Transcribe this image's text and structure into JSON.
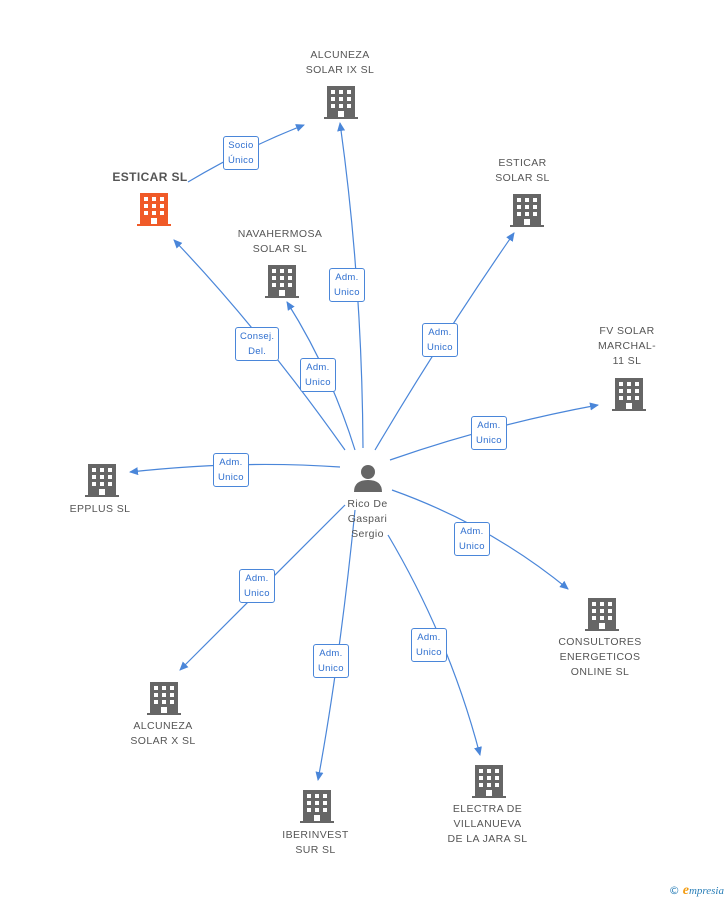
{
  "colors": {
    "edge": "#4a86d9",
    "building": "#666666",
    "highlight": "#f05a28",
    "person": "#666666"
  },
  "center": {
    "label": "Rico De\nGaspari\nSergio",
    "icon": "person-icon"
  },
  "nodes": [
    {
      "id": "alcuneza-ix",
      "label": "ALCUNEZA\nSOLAR IX SL",
      "icon": "building-icon",
      "highlight": false
    },
    {
      "id": "esticar-sl-main",
      "label": "ESTICAR SL",
      "icon": "building-icon",
      "highlight": true
    },
    {
      "id": "esticar-solar",
      "label": "ESTICAR\nSOLAR SL",
      "icon": "building-icon",
      "highlight": false
    },
    {
      "id": "navahermosa",
      "label": "NAVAHERMOSA\nSOLAR SL",
      "icon": "building-icon",
      "highlight": false
    },
    {
      "id": "fv-solar",
      "label": "FV SOLAR\nMARCHAL-\n11 SL",
      "icon": "building-icon",
      "highlight": false
    },
    {
      "id": "epplus",
      "label": "EPPLUS SL",
      "icon": "building-icon",
      "highlight": false
    },
    {
      "id": "consultores",
      "label": "CONSULTORES\nENERGETICOS\nONLINE SL",
      "icon": "building-icon",
      "highlight": false
    },
    {
      "id": "alcuneza-x",
      "label": "ALCUNEZA\nSOLAR X SL",
      "icon": "building-icon",
      "highlight": false
    },
    {
      "id": "iberinvest",
      "label": "IBERINVEST\nSUR SL",
      "icon": "building-icon",
      "highlight": false
    },
    {
      "id": "electra",
      "label": "ELECTRA DE\nVILLANUEVA\nDE LA JARA SL",
      "icon": "building-icon",
      "highlight": false
    }
  ],
  "edges": [
    {
      "id": "esticar-to-alcuneza-ix",
      "label": "Socio\nÚnico"
    },
    {
      "id": "center-to-alcuneza-ix",
      "label": "Adm.\nUnico"
    },
    {
      "id": "center-to-esticar-solar",
      "label": "Adm.\nUnico"
    },
    {
      "id": "center-to-esticar-sl",
      "label": "Consej.\nDel."
    },
    {
      "id": "center-to-navahermosa",
      "label": "Adm.\nUnico"
    },
    {
      "id": "center-to-fv-solar",
      "label": "Adm.\nUnico"
    },
    {
      "id": "center-to-epplus",
      "label": "Adm.\nUnico"
    },
    {
      "id": "center-to-consultores",
      "label": "Adm.\nUnico"
    },
    {
      "id": "center-to-alcuneza-x",
      "label": "Adm.\nUnico"
    },
    {
      "id": "center-to-iberinvest",
      "label": "Adm.\nUnico"
    },
    {
      "id": "center-to-electra",
      "label": "Adm.\nUnico"
    }
  ],
  "footer": {
    "copyright": "©",
    "brand_initial": "e",
    "brand_rest": "mpresia"
  }
}
